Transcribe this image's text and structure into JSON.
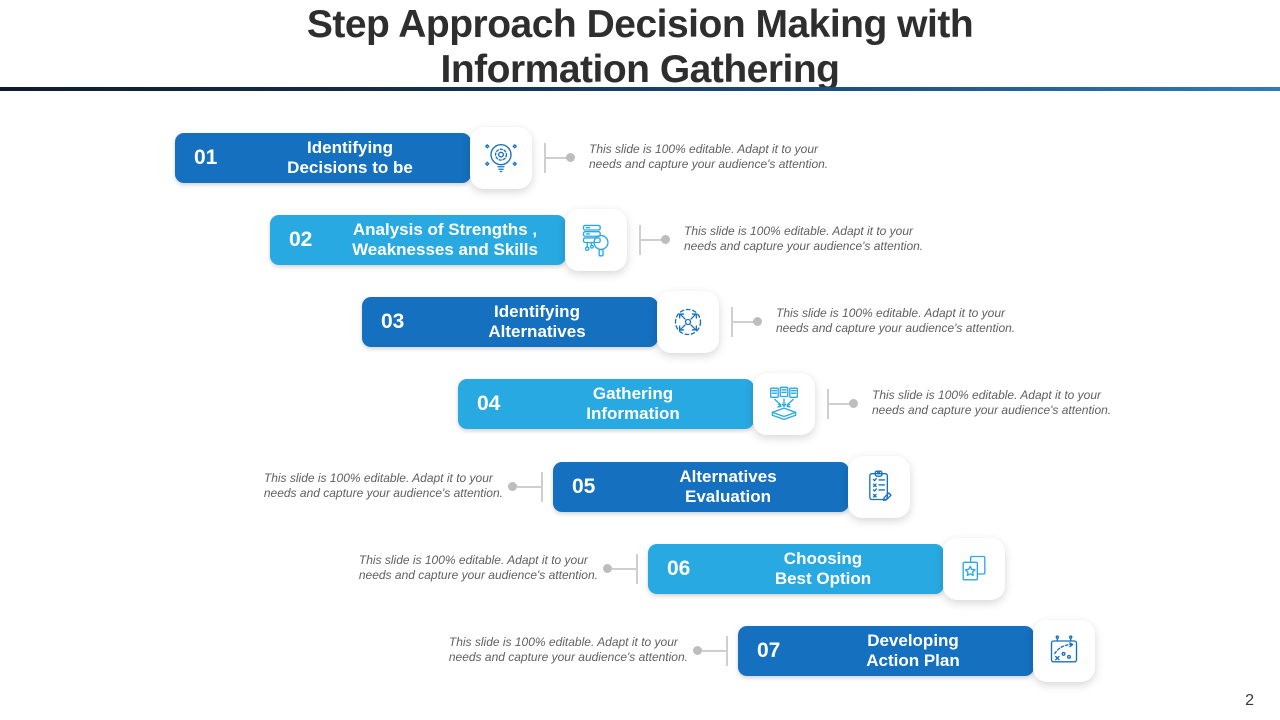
{
  "slide": {
    "title_line1": "Step Approach Decision Making with",
    "title_line2": "Information Gathering",
    "page_number": "2"
  },
  "description": {
    "line1": "This slide is 100% editable. Adapt it to your",
    "line2": "needs and capture your audience's attention."
  },
  "colors": {
    "dark_blue": "#1570BF",
    "light_blue": "#29A9E1",
    "underline_left": "#0E1C30",
    "underline_right": "#2E7CBE",
    "description_text": "#606060",
    "title_text": "#2E2E2E"
  },
  "steps": [
    {
      "number": "01",
      "label_line1": "Identifying",
      "label_line2": "Decisions to be",
      "tone": "dark",
      "icon": "idea-bulb-gear-icon",
      "desc_side": "right"
    },
    {
      "number": "02",
      "label_line1": "Analysis of Strengths ,",
      "label_line2": "Weaknesses and Skills",
      "tone": "light",
      "icon": "data-search-icon",
      "desc_side": "right"
    },
    {
      "number": "03",
      "label_line1": "Identifying",
      "label_line2": "Alternatives",
      "tone": "dark",
      "icon": "expand-arrows-icon",
      "desc_side": "right"
    },
    {
      "number": "04",
      "label_line1": "Gathering",
      "label_line2": "Information",
      "tone": "light",
      "icon": "collect-documents-icon",
      "desc_side": "right"
    },
    {
      "number": "05",
      "label_line1": "Alternatives",
      "label_line2": "Evaluation",
      "tone": "dark",
      "icon": "checklist-clipboard-icon",
      "desc_side": "left"
    },
    {
      "number": "06",
      "label_line1": "Choosing",
      "label_line2": "Best Option",
      "tone": "light",
      "icon": "best-option-star-icon",
      "desc_side": "left"
    },
    {
      "number": "07",
      "label_line1": "Developing",
      "label_line2": "Action Plan",
      "tone": "dark",
      "icon": "action-plan-strategy-icon",
      "desc_side": "left"
    }
  ]
}
